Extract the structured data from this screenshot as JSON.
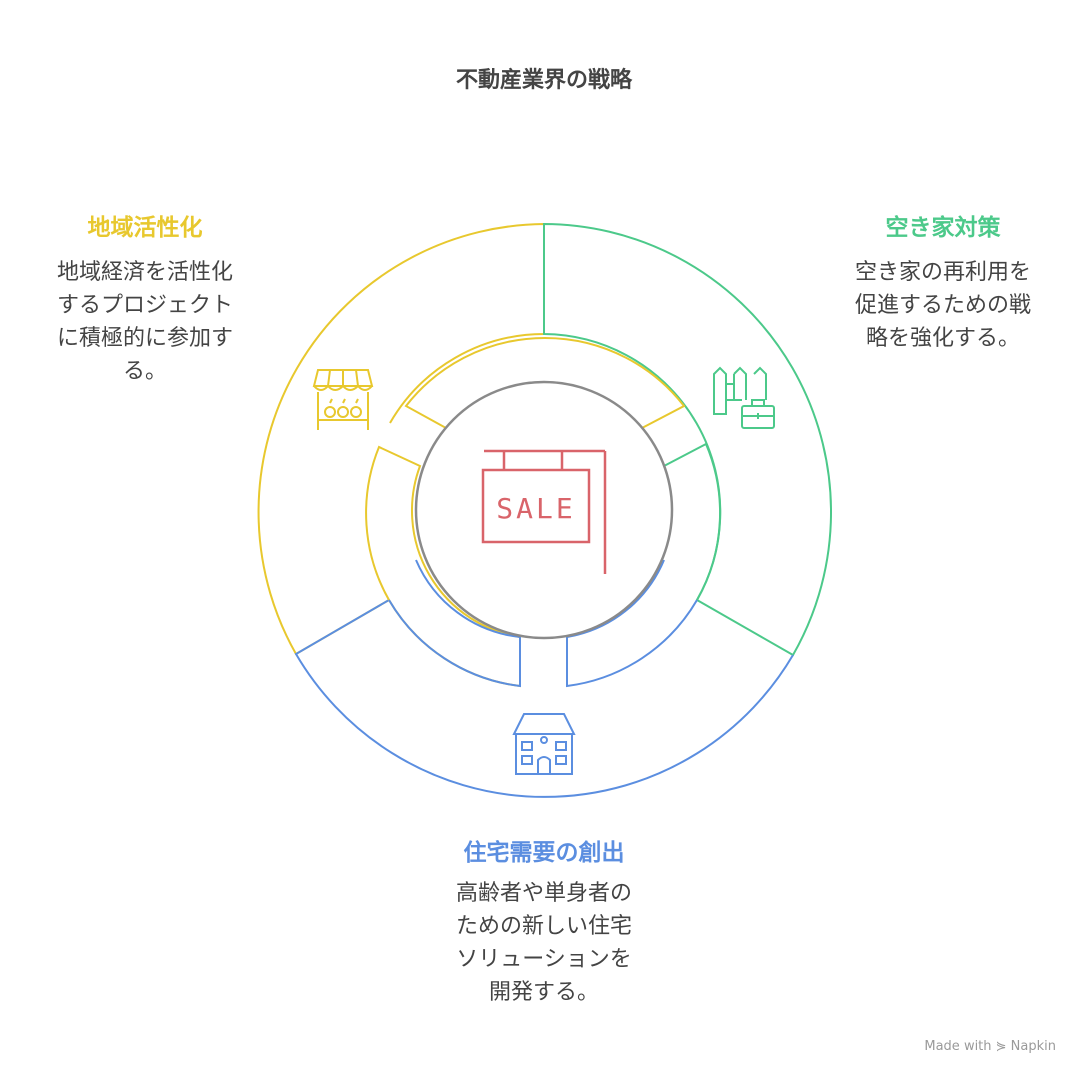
{
  "title": "不動産業界の戦略",
  "colors": {
    "yellow": "#e8c82e",
    "green": "#4cc98a",
    "blue": "#5b8ee0",
    "red": "#d9646a",
    "gray": "#8a8a8a",
    "text": "#444444"
  },
  "center": {
    "icon": "sale-sign-icon",
    "sign_text": "SALE"
  },
  "segments": [
    {
      "key": "regional",
      "heading": "地域活性化",
      "desc_lines": [
        "地域経済を活性化",
        "するプロジェクト",
        "に積極的に参加す",
        "る。"
      ],
      "icon": "market-stall-icon"
    },
    {
      "key": "vacant",
      "heading": "空き家対策",
      "desc_lines": [
        "空き家の再利用を",
        "促進するための戦",
        "略を強化する。"
      ],
      "icon": "fence-toolbox-icon"
    },
    {
      "key": "housing",
      "heading": "住宅需要の創出",
      "desc_lines": [
        "高齢者や単身者の",
        "ための新しい住宅",
        "ソリューションを",
        "開発する。"
      ],
      "icon": "house-icon"
    }
  ],
  "watermark": "Made with ⋟ Napkin"
}
